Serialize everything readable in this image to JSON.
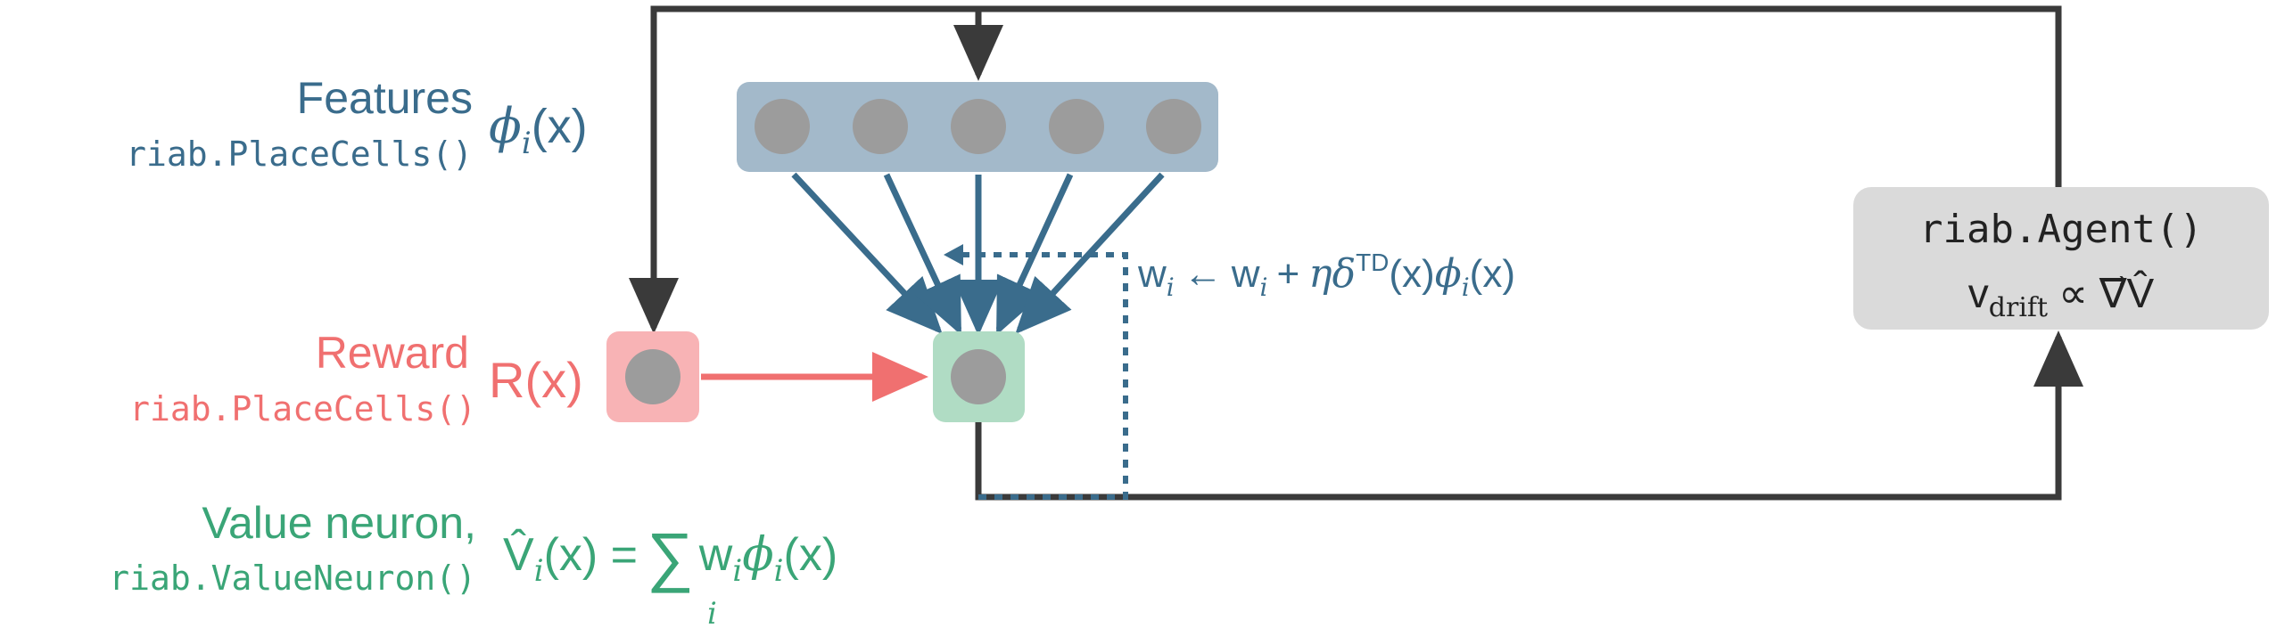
{
  "colors": {
    "features": "#3a6c8c",
    "reward": "#f07070",
    "value": "#3aa577",
    "line": "#3a3a3a",
    "feature_box": "#a3b9ca",
    "reward_box": "#f8b3b5",
    "value_box": "#b0dcc4",
    "agent_box": "#dadada",
    "cell": "#9c9c9c"
  },
  "features": {
    "title": "Features",
    "code": "riab.PlaceCells()",
    "symbol": "ϕ",
    "symbol_sub": "i",
    "symbol_arg": "(x)"
  },
  "reward": {
    "title": "Reward",
    "code": "riab.PlaceCells()",
    "symbol": "R(x)"
  },
  "value": {
    "title": "Value neuron,",
    "code": "riab.ValueNeuron()",
    "eq_lhs": "V̂",
    "eq_lhs_sub": "i",
    "eq_lhs_arg": "(x) =",
    "eq_sum": "∑",
    "eq_sum_sub": "i",
    "eq_rhs_w": "w",
    "eq_rhs_w_sub": "i",
    "eq_rhs_phi": "ϕ",
    "eq_rhs_phi_sub": "i",
    "eq_rhs_arg": "(x)"
  },
  "agent": {
    "code": "riab.Agent()",
    "v": "v",
    "v_sub": "drift",
    "relation": "∝ ∇⃗V̂"
  },
  "update_rule": {
    "w1": "w",
    "w1_sub": "i",
    "arrow": "←",
    "w2": "w",
    "w2_sub": "i",
    "plus": "+",
    "eta_delta": "ηδ",
    "td": "TD",
    "arg": "(x)",
    "phi": "ϕ",
    "phi_sub": "i",
    "arg2": "(x)"
  },
  "feature_cell_count": 5
}
